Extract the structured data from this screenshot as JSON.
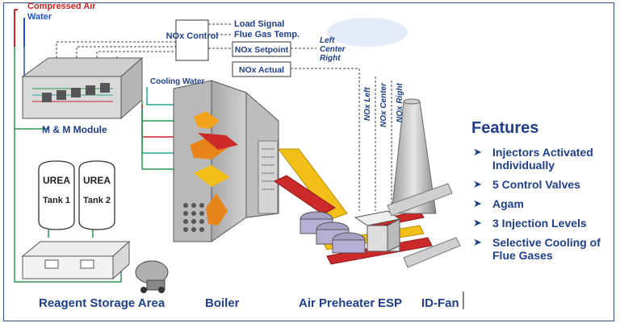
{
  "labels": {
    "compressed_air": "Compressed Air",
    "water": "Water",
    "cooling_water": "Cooling Water",
    "mm_module": "M & M Module",
    "nox_control": "NOx Control",
    "load_signal": "Load Signal",
    "flue_gas_temp": "Flue Gas Temp.",
    "nox_setpoint": "NOx Setpoint",
    "nox_actual": "NOx Actual",
    "left": "Left",
    "center": "Center",
    "right": "Right",
    "nox_left": "NOx Left",
    "nox_center": "NOx Center",
    "nox_right": "NOx Right",
    "urea": "UREA",
    "tank1": "Tank 1",
    "tank2": "Tank 2"
  },
  "bottom": {
    "reagent": "Reagent Storage Area",
    "boiler": "Boiler",
    "air_preheater": "Air Preheater",
    "esp": "ESP",
    "id_fan": "ID-Fan"
  },
  "features": {
    "title": "Features",
    "items": [
      "Injectors Activated Individually",
      "5 Control Valves",
      "Agam",
      "3 Injection Levels",
      "Selective Cooling of Flue Gases"
    ]
  },
  "colors": {
    "accent": "#1f3f8a",
    "compressed_air_line": "#cc2222",
    "water_line": "#2255cc",
    "cooling_line": "#22aa99",
    "reagent_line": "#2a9a4a",
    "flue_red": "#cc2a2a",
    "flue_yellow": "#f2c019"
  }
}
